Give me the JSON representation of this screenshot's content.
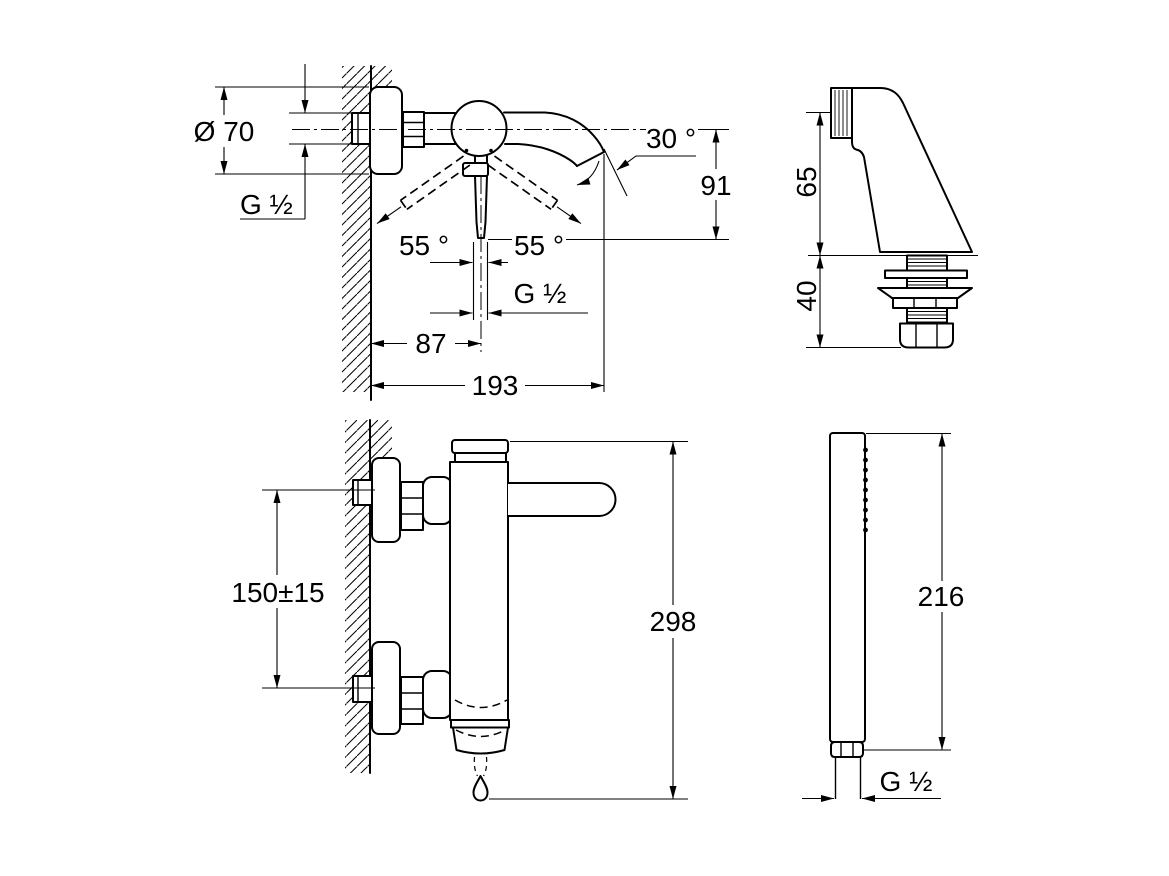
{
  "colors": {
    "background": "#ffffff",
    "line": "#000000"
  },
  "views": {
    "mixer_front": {
      "labels": {
        "flange_diameter": "Ø 70",
        "wall_thread": "G ½",
        "spout_angle": "30 °",
        "spout_height": "91",
        "swing_left": "55 °",
        "swing_right": "55 °",
        "handle_thread": "G ½",
        "wall_to_center": "87",
        "total_projection": "193"
      }
    },
    "shower_holder": {
      "labels": {
        "height_above_deck": "65",
        "depth_below_deck": "40"
      }
    },
    "mixer_side": {
      "labels": {
        "inlet_spacing": "150±15",
        "overall_height": "298"
      }
    },
    "hand_shower": {
      "labels": {
        "overall_length": "216",
        "connection_thread": "G ½"
      }
    }
  }
}
